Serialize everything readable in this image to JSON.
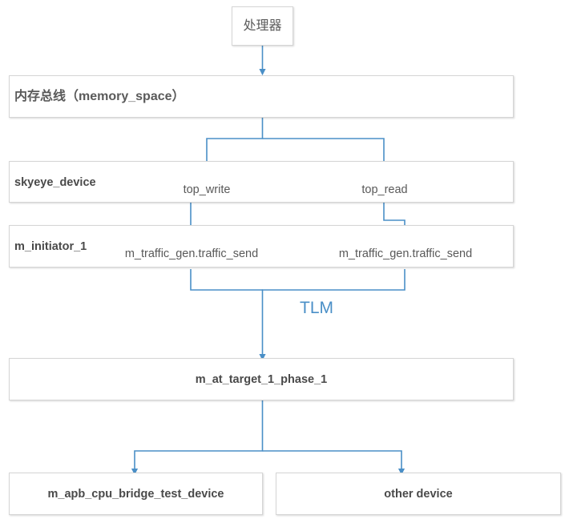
{
  "diagram": {
    "title_visible": false,
    "accent_color": "#4a8fc7",
    "box_border_color": "#d5d5d5",
    "text_color": "#595959",
    "nodes": {
      "processor": {
        "label": "处理器"
      },
      "memory_bus": {
        "label": "内存总线（memory_space）"
      },
      "skyeye_device": {
        "label": "skyeye_device"
      },
      "top_write": {
        "label": "top_write"
      },
      "top_read": {
        "label": "top_read"
      },
      "m_initiator_1": {
        "label": "m_initiator_1"
      },
      "traffic_send_left": {
        "label": "m_traffic_gen.traffic_send"
      },
      "traffic_send_right": {
        "label": "m_traffic_gen.traffic_send"
      },
      "tlm": {
        "label": "TLM"
      },
      "m_at_target": {
        "label": "m_at_target_1_phase_1"
      },
      "apb_bridge": {
        "label": "m_apb_cpu_bridge_test_device"
      },
      "other_device": {
        "label": "other device"
      }
    }
  }
}
